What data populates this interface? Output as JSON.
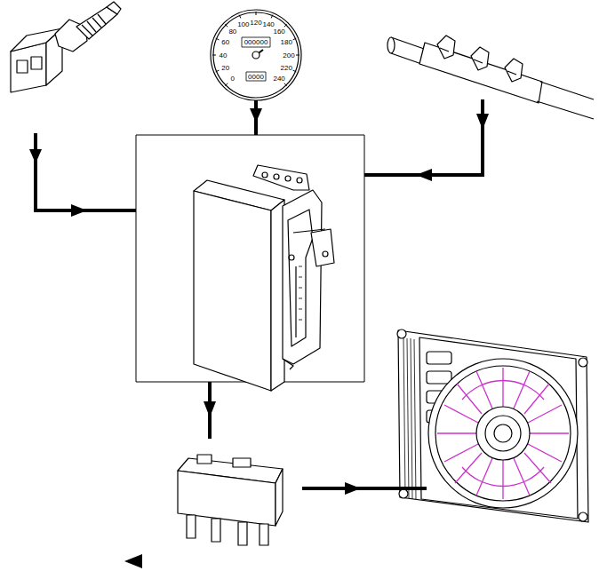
{
  "diagram": {
    "labels": [
      "0",
      "20",
      "40",
      "60",
      "80",
      "100",
      "120",
      "140",
      "160",
      "180",
      "200",
      "220",
      "240",
      "000000",
      "0000"
    ]
  }
}
